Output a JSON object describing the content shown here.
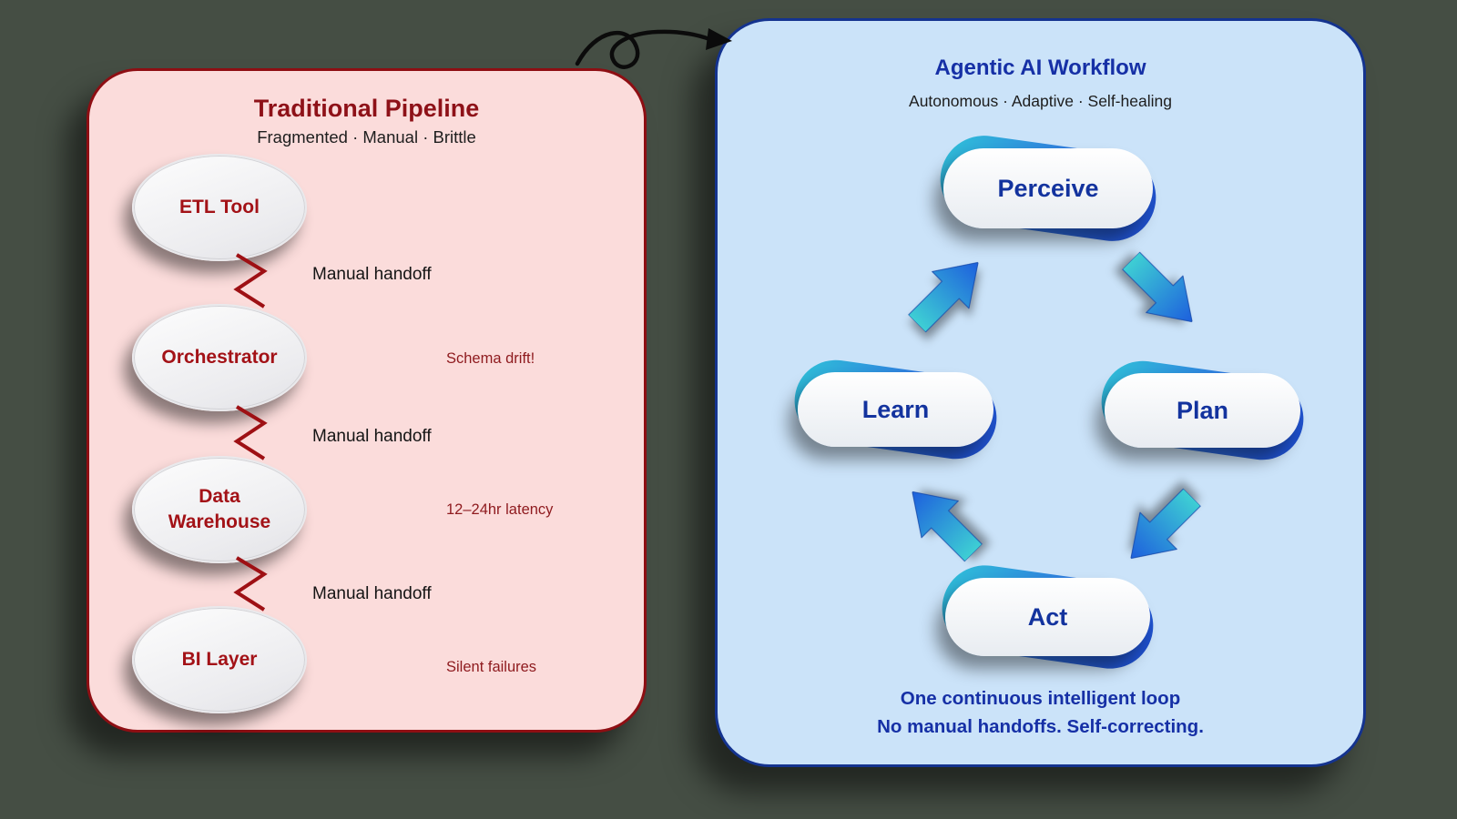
{
  "canvas": {
    "background_color": "#454e44"
  },
  "connector_arrow": {
    "name": "loop-doodle-arrow"
  },
  "left_panel": {
    "title": "Traditional Pipeline",
    "subtitle": "Fragmented · Manual · Brittle",
    "accent_color": "#8e1118",
    "background_color": "#fbdcdb",
    "nodes": [
      {
        "label": "ETL Tool"
      },
      {
        "label": "Orchestrator"
      },
      {
        "label": "Data Warehouse"
      },
      {
        "label": "BI Layer"
      }
    ],
    "handoff_labels": [
      "Manual handoff",
      "Manual handoff",
      "Manual handoff"
    ],
    "annotations": [
      "Schema drift!",
      "12–24hr latency",
      "Silent failures"
    ]
  },
  "right_panel": {
    "title": "Agentic AI Workflow",
    "subtitle": "Autonomous · Adaptive · Self-healing",
    "accent_color": "#1630a6",
    "background_color": "#cbe3f9",
    "stages": [
      {
        "label": "Perceive"
      },
      {
        "label": "Plan"
      },
      {
        "label": "Act"
      },
      {
        "label": "Learn"
      }
    ],
    "footer_lines": [
      "One continuous intelligent loop",
      "No manual handoffs. Self-correcting."
    ]
  }
}
